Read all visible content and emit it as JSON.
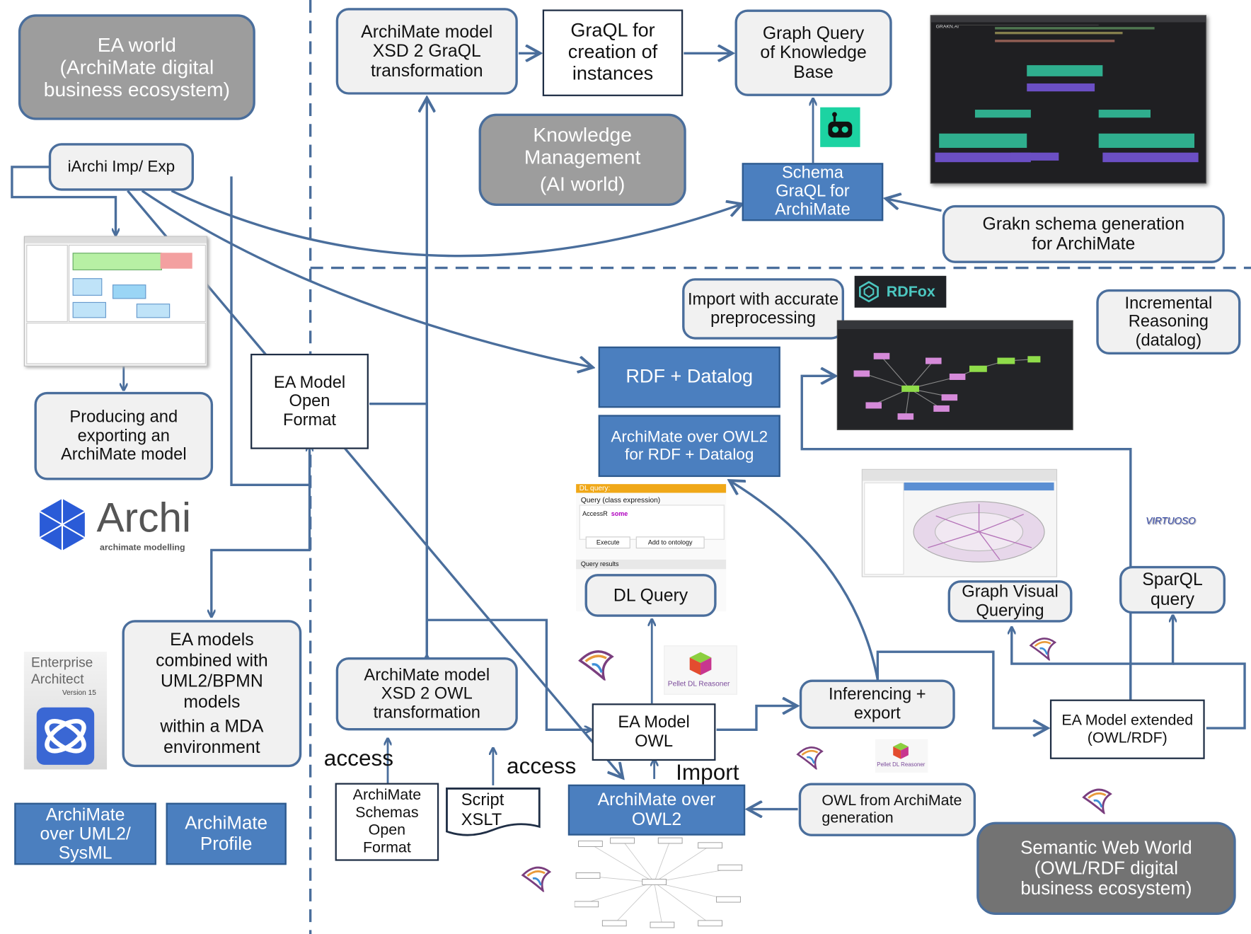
{
  "nodes": {
    "ea_world": [
      "EA world",
      "(ArchiMate digital",
      "business ecosystem)"
    ],
    "iarchi": "iArchi Imp/ Exp",
    "producing": [
      "Producing and",
      "exporting an",
      "ArchiMate model"
    ],
    "ea_model_open": [
      "EA Model",
      "Open",
      "Format"
    ],
    "ea_mda": [
      "EA models",
      "combined with",
      "UML2/BPMN",
      "models",
      "within a MDA",
      "environment"
    ],
    "archimate_uml": [
      "ArchiMate",
      "over UML2/",
      "SysML"
    ],
    "archimate_profile": [
      "ArchiMate",
      "Profile"
    ],
    "xsd_graql": [
      "ArchiMate model",
      "XSD 2 GraQL",
      "transformation"
    ],
    "graql_creation": [
      "GraQL for",
      "creation of",
      "instances"
    ],
    "graph_query": [
      "Graph Query",
      "of Knowledge",
      "Base"
    ],
    "knowledge_mgmt": [
      "Knowledge",
      "Management",
      "(AI world)"
    ],
    "schema_graql": [
      "Schema",
      "GraQL for",
      "ArchiMate"
    ],
    "grakn_schema": [
      "Grakn schema generation",
      "for ArchiMate"
    ],
    "import_accurate": [
      "Import with accurate",
      "preprocessing"
    ],
    "rdf_datalog": "RDF + Datalog",
    "archimate_owl2_rdf": [
      "ArchiMate over OWL2",
      "for RDF + Datalog"
    ],
    "incremental": [
      "Incremental",
      "Reasoning",
      "(datalog)"
    ],
    "dl_query": "DL Query",
    "graph_visual": [
      "Graph Visual",
      "Querying"
    ],
    "sparql": [
      "SparQL",
      "query"
    ],
    "xsd_owl": [
      "ArchiMate model",
      "XSD 2 OWL",
      "transformation"
    ],
    "ea_model_owl": [
      "EA Model",
      "OWL"
    ],
    "inferencing": [
      "Inferencing +",
      "export"
    ],
    "ea_extended": [
      "EA Model extended",
      "(OWL/RDF)"
    ],
    "schemas_open": [
      "ArchiMate",
      "Schemas",
      "Open",
      "Format"
    ],
    "script_xslt": [
      "Script",
      "XSLT"
    ],
    "archimate_owl2": [
      "ArchiMate over",
      "OWL2"
    ],
    "owl_generation": [
      "OWL from ArchiMate",
      "generation"
    ],
    "semantic_world": [
      "Semantic Web World",
      "(OWL/RDF digital",
      "business ecosystem)"
    ]
  },
  "labels": {
    "access_1": "access",
    "access_2": "access",
    "import": "Import"
  },
  "logos": {
    "archi_name": "Archi",
    "archi_sub": "archimate modelling",
    "ea_line1": "Enterprise",
    "ea_line2": "Architect",
    "ea_version": "Version 15",
    "rdfox": "RDFox",
    "pellet_1": "Pellet DL Reasoner",
    "pellet_2": "Pellet DL Reasoner",
    "virtuoso": "VIRTUOSO",
    "grakn": "GRAKN.AI"
  },
  "dl_query_panel": {
    "header": "DL query:",
    "subheader": "Query (class expression)",
    "query_word": "AccessR",
    "query_keyword": "some",
    "execute": "Execute",
    "add": "Add to ontology",
    "results": "Query results"
  },
  "colors": {
    "connector": "#4a6e9c",
    "box_fill_blue": "#4b7fbf",
    "gray_fill": "#9d9d9d",
    "dark_gray_fill": "#737373",
    "screenshot_dark": "#1f1f22"
  }
}
